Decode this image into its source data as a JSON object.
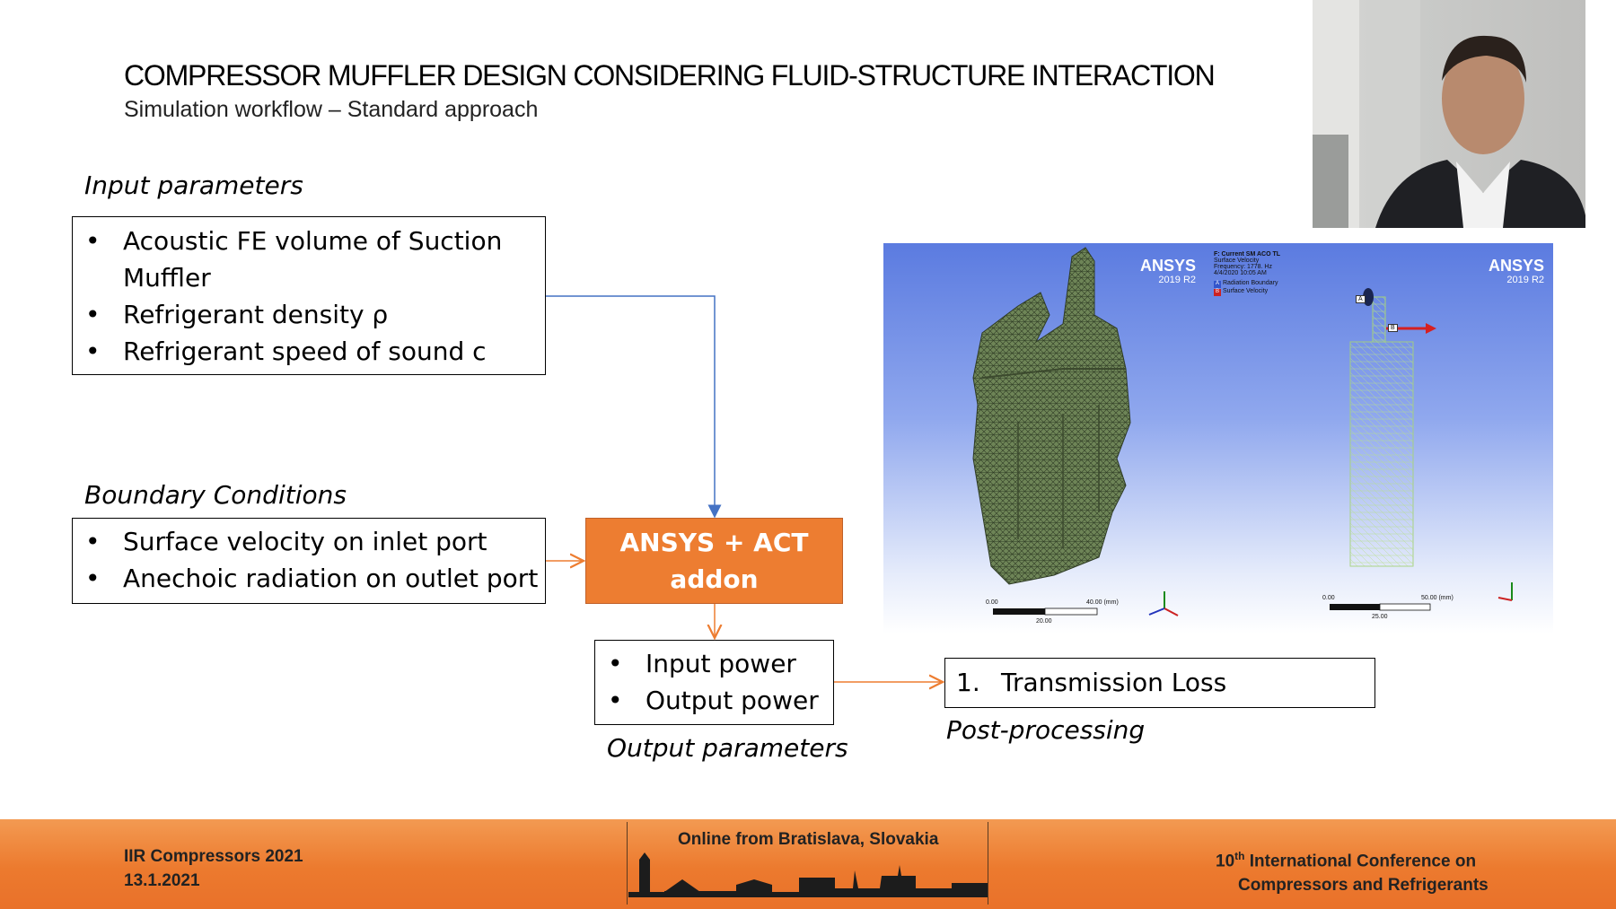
{
  "slide": {
    "title": "COMPRESSOR MUFFLER DESIGN CONSIDERING FLUID-STRUCTURE INTERACTION",
    "subtitle": "Simulation workflow – Standard approach"
  },
  "input_parameters": {
    "label": "Input parameters",
    "items": [
      "Acoustic FE volume of Suction Muffler",
      "Refrigerant density ρ",
      "Refrigerant speed of sound c"
    ]
  },
  "boundary_conditions": {
    "label": "Boundary  Conditions",
    "items": [
      "Surface velocity on inlet port",
      "Anechoic radiation on outlet port"
    ]
  },
  "solver": {
    "line1": "ANSYS + ACT",
    "line2": "addon"
  },
  "output_parameters": {
    "label": "Output parameters",
    "items": [
      "Input power",
      "Output power"
    ]
  },
  "post_processing": {
    "label": "Post-processing",
    "number": "1.",
    "item": "Transmission Loss"
  },
  "simulation_image": {
    "left_logo": "ANSYS",
    "left_version": "2019 R2",
    "right_logo": "ANSYS",
    "right_version": "2019 R2",
    "info_title": "F: Current SM ACO TL",
    "info_lines": [
      "Surface Velocity",
      "Frequency: 1778. Hz",
      "4/4/2020 10:05 AM"
    ],
    "legend": [
      {
        "marker": "A",
        "text": "Radiation Boundary",
        "color": "#3355cc"
      },
      {
        "marker": "B",
        "text": "Surface Velocity",
        "color": "#cc2222"
      }
    ],
    "left_scale": {
      "start": "0.00",
      "end": "40.00 (mm)",
      "mid": "20.00"
    },
    "right_scale": {
      "start": "0.00",
      "end": "50.00 (mm)",
      "mid": "25.00"
    },
    "marker_a": "A",
    "marker_b": "B"
  },
  "footer": {
    "left_line1": "IIR Compressors 2021",
    "left_line2": "13.1.2021",
    "center": "Online from Bratislava, Slovakia",
    "right_line1_pre": "10",
    "right_line1_sup": "th",
    "right_line1_post": " International Conference on",
    "right_line2": "Compressors and Refrigerants"
  },
  "colors": {
    "accent_orange": "#ed7d31",
    "connector_blue": "#4472c4",
    "connector_orange": "#ed7d31",
    "footer_orange": "#ec7a2e"
  }
}
